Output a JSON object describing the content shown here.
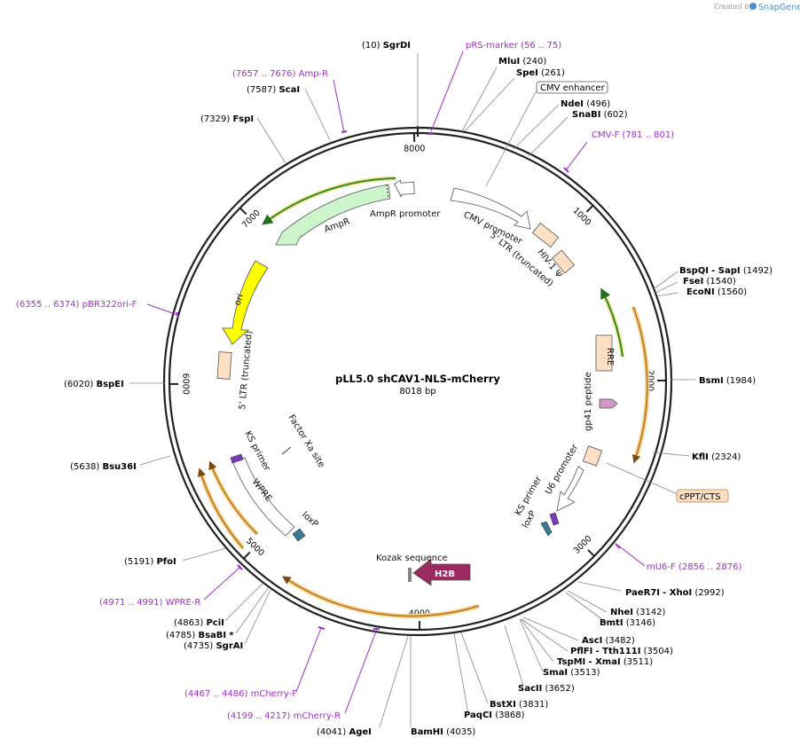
{
  "branding": {
    "created_by": "Created by",
    "app": "SnapGene"
  },
  "plasmid": {
    "name": "pLL5.0 shCAV1-NLS-mCherry",
    "size": "8018 bp"
  },
  "ruler_ticks": [
    "1000",
    "2000",
    "3000",
    "4000",
    "5000",
    "6000",
    "7000",
    "8000"
  ],
  "sites": [
    {
      "name": "SgrDI",
      "pos": "(10)"
    },
    {
      "name": "MluI",
      "pos": "(240)"
    },
    {
      "name": "SpeI",
      "pos": "(261)"
    },
    {
      "name": "NdeI",
      "pos": "(496)"
    },
    {
      "name": "SnaBI",
      "pos": "(602)"
    },
    {
      "name": "BspQI",
      "sep": "- SapI",
      "pos": "(1492)"
    },
    {
      "name": "FseI",
      "pos": "(1540)"
    },
    {
      "name": "EcoNI",
      "pos": "(1560)"
    },
    {
      "name": "BsmI",
      "pos": "(1984)"
    },
    {
      "name": "KflI",
      "pos": "(2324)"
    },
    {
      "name": "PaeR7I",
      "sep": "- XhoI",
      "pos": "(2992)"
    },
    {
      "name": "NheI",
      "pos": "(3142)"
    },
    {
      "name": "BmtI",
      "pos": "(3146)"
    },
    {
      "name": "AscI",
      "pos": "(3482)"
    },
    {
      "name": "PflFI",
      "sep": "- Tth111I",
      "pos": "(3504)"
    },
    {
      "name": "TspMI",
      "sep": "- XmaI",
      "pos": "(3511)"
    },
    {
      "name": "SmaI",
      "pos": "(3513)"
    },
    {
      "name": "SacII",
      "pos": "(3652)"
    },
    {
      "name": "BstXI",
      "pos": "(3831)"
    },
    {
      "name": "PaqCI",
      "pos": "(3868)"
    },
    {
      "name": "BamHI",
      "pos": "(4035)"
    },
    {
      "name": "AgeI",
      "pos": "(4041)"
    },
    {
      "name": "SgrAI",
      "pos": "(4735)"
    },
    {
      "name": "BsaBI",
      "star": "*",
      "pos": "(4785)"
    },
    {
      "name": "PciI",
      "pos": "(4863)"
    },
    {
      "name": "PfoI",
      "pos": "(5191)"
    },
    {
      "name": "Bsu36I",
      "pos": "(5638)"
    },
    {
      "name": "BspEI",
      "pos": "(6020)"
    },
    {
      "name": "FspI",
      "pos": "(7329)"
    },
    {
      "name": "ScaI",
      "pos": "(7587)"
    }
  ],
  "primers": [
    {
      "name": "pRS-marker",
      "range": "(56 .. 75)"
    },
    {
      "name": "CMV-F",
      "range": "(781 .. 801)"
    },
    {
      "name": "mU6-F",
      "range": "(2856 .. 2876)"
    },
    {
      "name": "WPRE-R",
      "range": "(4971 .. 4991)"
    },
    {
      "name": "mCherry-F",
      "range": "(4467 .. 4486)"
    },
    {
      "name": "mCherry-R",
      "range": "(4199 .. 4217)"
    },
    {
      "name": "pBR322ori-F",
      "range": "(6355 .. 6374)"
    },
    {
      "name": "Amp-R",
      "range": "(7657 .. 7676)"
    }
  ],
  "callouts": {
    "cmv_enhancer": "CMV enhancer",
    "cppt_cts": "cPPT/CTS"
  },
  "features": {
    "cmv_promoter": "CMV promoter",
    "ltr_5_trunc": "5' LTR (truncated)",
    "hiv_psi": "HIV-1 Ψ",
    "rre": "RRE",
    "gp41": "gp41 peptide",
    "u6_promoter": "U6 promoter",
    "ks_primer": "KS primer",
    "loxp": "loxP",
    "h2b": "H2B",
    "kozak": "Kozak sequence",
    "factor_xa": "Factor Xa site",
    "wpre": "WPRE",
    "ltr_3_trunc": "5' LTR (truncated)",
    "ori": "ori",
    "ampr": "AmpR",
    "ampr_promoter": "AmpR promoter"
  },
  "colors": {
    "backbone": "#222222",
    "primer": "#9b2fc9",
    "ampr_fill": "#ccf5cc",
    "ampr_stroke": "#3a8a3a",
    "ori": "#ffff00",
    "ltr": "#fde0c3",
    "h2b": "#9b2a60",
    "loxp": "#3a7a99",
    "orf_arc": "#f5a623",
    "green_arc": "#2e8b2e"
  }
}
